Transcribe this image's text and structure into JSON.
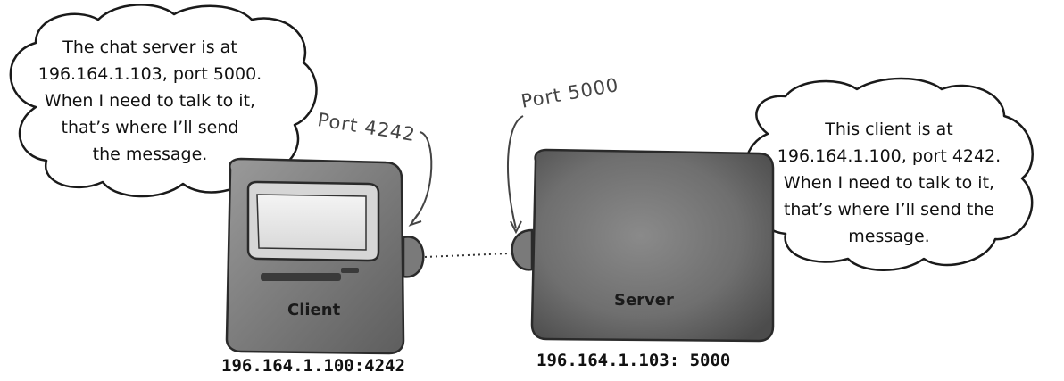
{
  "left_bubble": {
    "lines": [
      "The chat server is at",
      "196.164.1.103, port 5000.",
      "When I need to talk to it,",
      "that’s where I’ll send",
      "the message."
    ]
  },
  "right_bubble": {
    "lines": [
      "This client is at",
      "196.164.1.100, port 4242.",
      "When I need to talk to it,",
      "that’s where I’ll send the",
      "message."
    ]
  },
  "client": {
    "label": "Client",
    "port_label": "Port 4242",
    "address": "196.164.1.100:4242"
  },
  "server": {
    "label": "Server",
    "port_label": "Port 5000",
    "address": "196.164.1.103: 5000"
  }
}
